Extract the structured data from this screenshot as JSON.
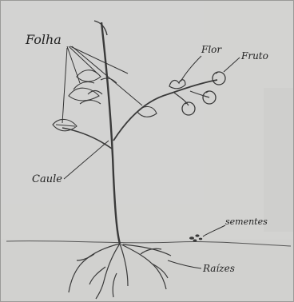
{
  "diagram": {
    "labels": {
      "folha": "Folha",
      "flor": "Flor",
      "fruto": "Fruto",
      "caule": "Caule",
      "sementes": "sementes",
      "raizes": "Raízes"
    }
  }
}
